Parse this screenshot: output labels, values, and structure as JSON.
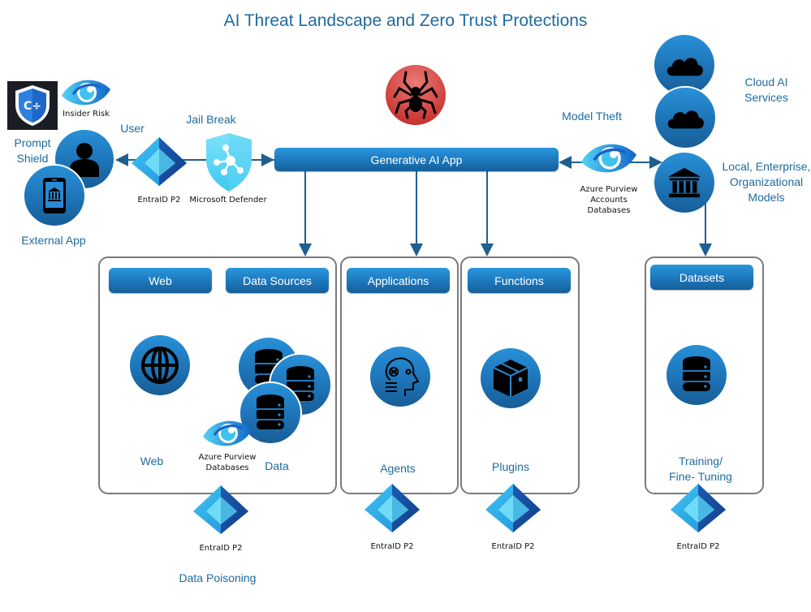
{
  "title": "AI Threat Landscape and Zero Trust Protections",
  "colors": {
    "title_text": "#1f6aa0",
    "button_blue": "#1c74b8",
    "threat_red": "#d9433f",
    "box_border": "#7a7a7a",
    "connector": "#1f5f8f"
  },
  "left": {
    "prompt_shield_label": "Prompt Shield",
    "insider_risk_label": "Insider Risk",
    "user_label": "User",
    "external_app_label": "External App",
    "jail_break_label": "Jail Break",
    "entra_label": "EntraID P2",
    "defender_label": "Microsoft Defender"
  },
  "center": {
    "app_label": "Generative AI App",
    "threat_icon": "spider-icon"
  },
  "right": {
    "model_theft_label": "Model Theft",
    "purview_label_lines": [
      "Azure Purview",
      "Accounts",
      "Databases"
    ],
    "cloud_label": "Cloud AI Services",
    "local_label": "Local, Enterprise, Organizational Models"
  },
  "boxes": {
    "web_data": {
      "web_button": "Web",
      "data_sources_button": "Data Sources",
      "web_caption": "Web",
      "data_caption": "Data",
      "purview_label_lines": [
        "Azure Purview",
        "Databases"
      ],
      "entra_label": "EntraID P2"
    },
    "applications": {
      "button": "Applications",
      "caption": "Agents",
      "entra_label": "EntraID P2"
    },
    "functions": {
      "button": "Functions",
      "caption": "Plugins",
      "entra_label": "EntraID P2"
    },
    "datasets": {
      "button": "Datasets",
      "caption_lines": [
        "Training/",
        "Fine- Tuning"
      ],
      "entra_label": "EntraID P2"
    }
  },
  "bottom": {
    "data_poisoning_label": "Data Poisoning"
  }
}
